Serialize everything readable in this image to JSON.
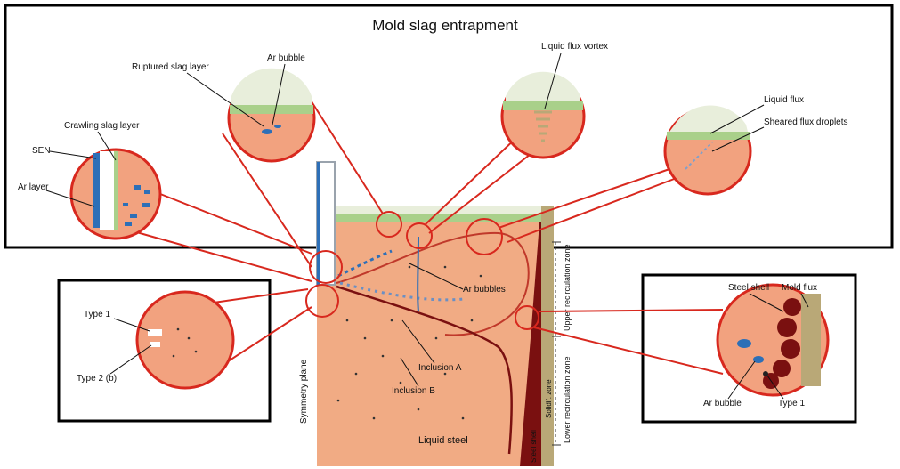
{
  "title": "Mold slag entrapment",
  "colors": {
    "steel": "#f1ab84",
    "circle_fill": "#f2a27f",
    "callout_line": "#d8281e",
    "slag_green": "#a9d08a",
    "slag_light": "#e8eedb",
    "shell": "#7a1010",
    "mold_flux": "#b9a877",
    "ar_blue": "#2d6fb7",
    "sen_gray": "#bfc6cf"
  },
  "labels": {
    "ruptured_slag_layer": "Ruptured slag layer",
    "ar_bubble_top": "Ar bubble",
    "liquid_flux_vortex": "Liquid flux vortex",
    "liquid_flux": "Liquid flux",
    "sheared_flux_droplets": "Sheared flux droplets",
    "crawling_slag_layer": "Crawling slag layer",
    "sen": "SEN",
    "ar_layer": "Ar layer",
    "type1_left": "Type 1",
    "type2": "Type 2 (b)",
    "ar_bubbles": "Ar bubbles",
    "inclusion_a": "Inclusion A",
    "inclusion_b": "Inclusion B",
    "liquid_steel": "Liquid steel",
    "symmetry_plane": "Symmetry plane",
    "upper_recirculation": "Upper recirculation zone",
    "lower_recirculation": "Lower recirculation zone",
    "solidification_zone": "Solidif. zone",
    "steel_shell_vertical": "Steel shell",
    "steel_shell": "Steel shell",
    "mold_flux": "Mold flux",
    "ar_bubble_right": "Ar bubble",
    "type1_right": "Type 1"
  }
}
